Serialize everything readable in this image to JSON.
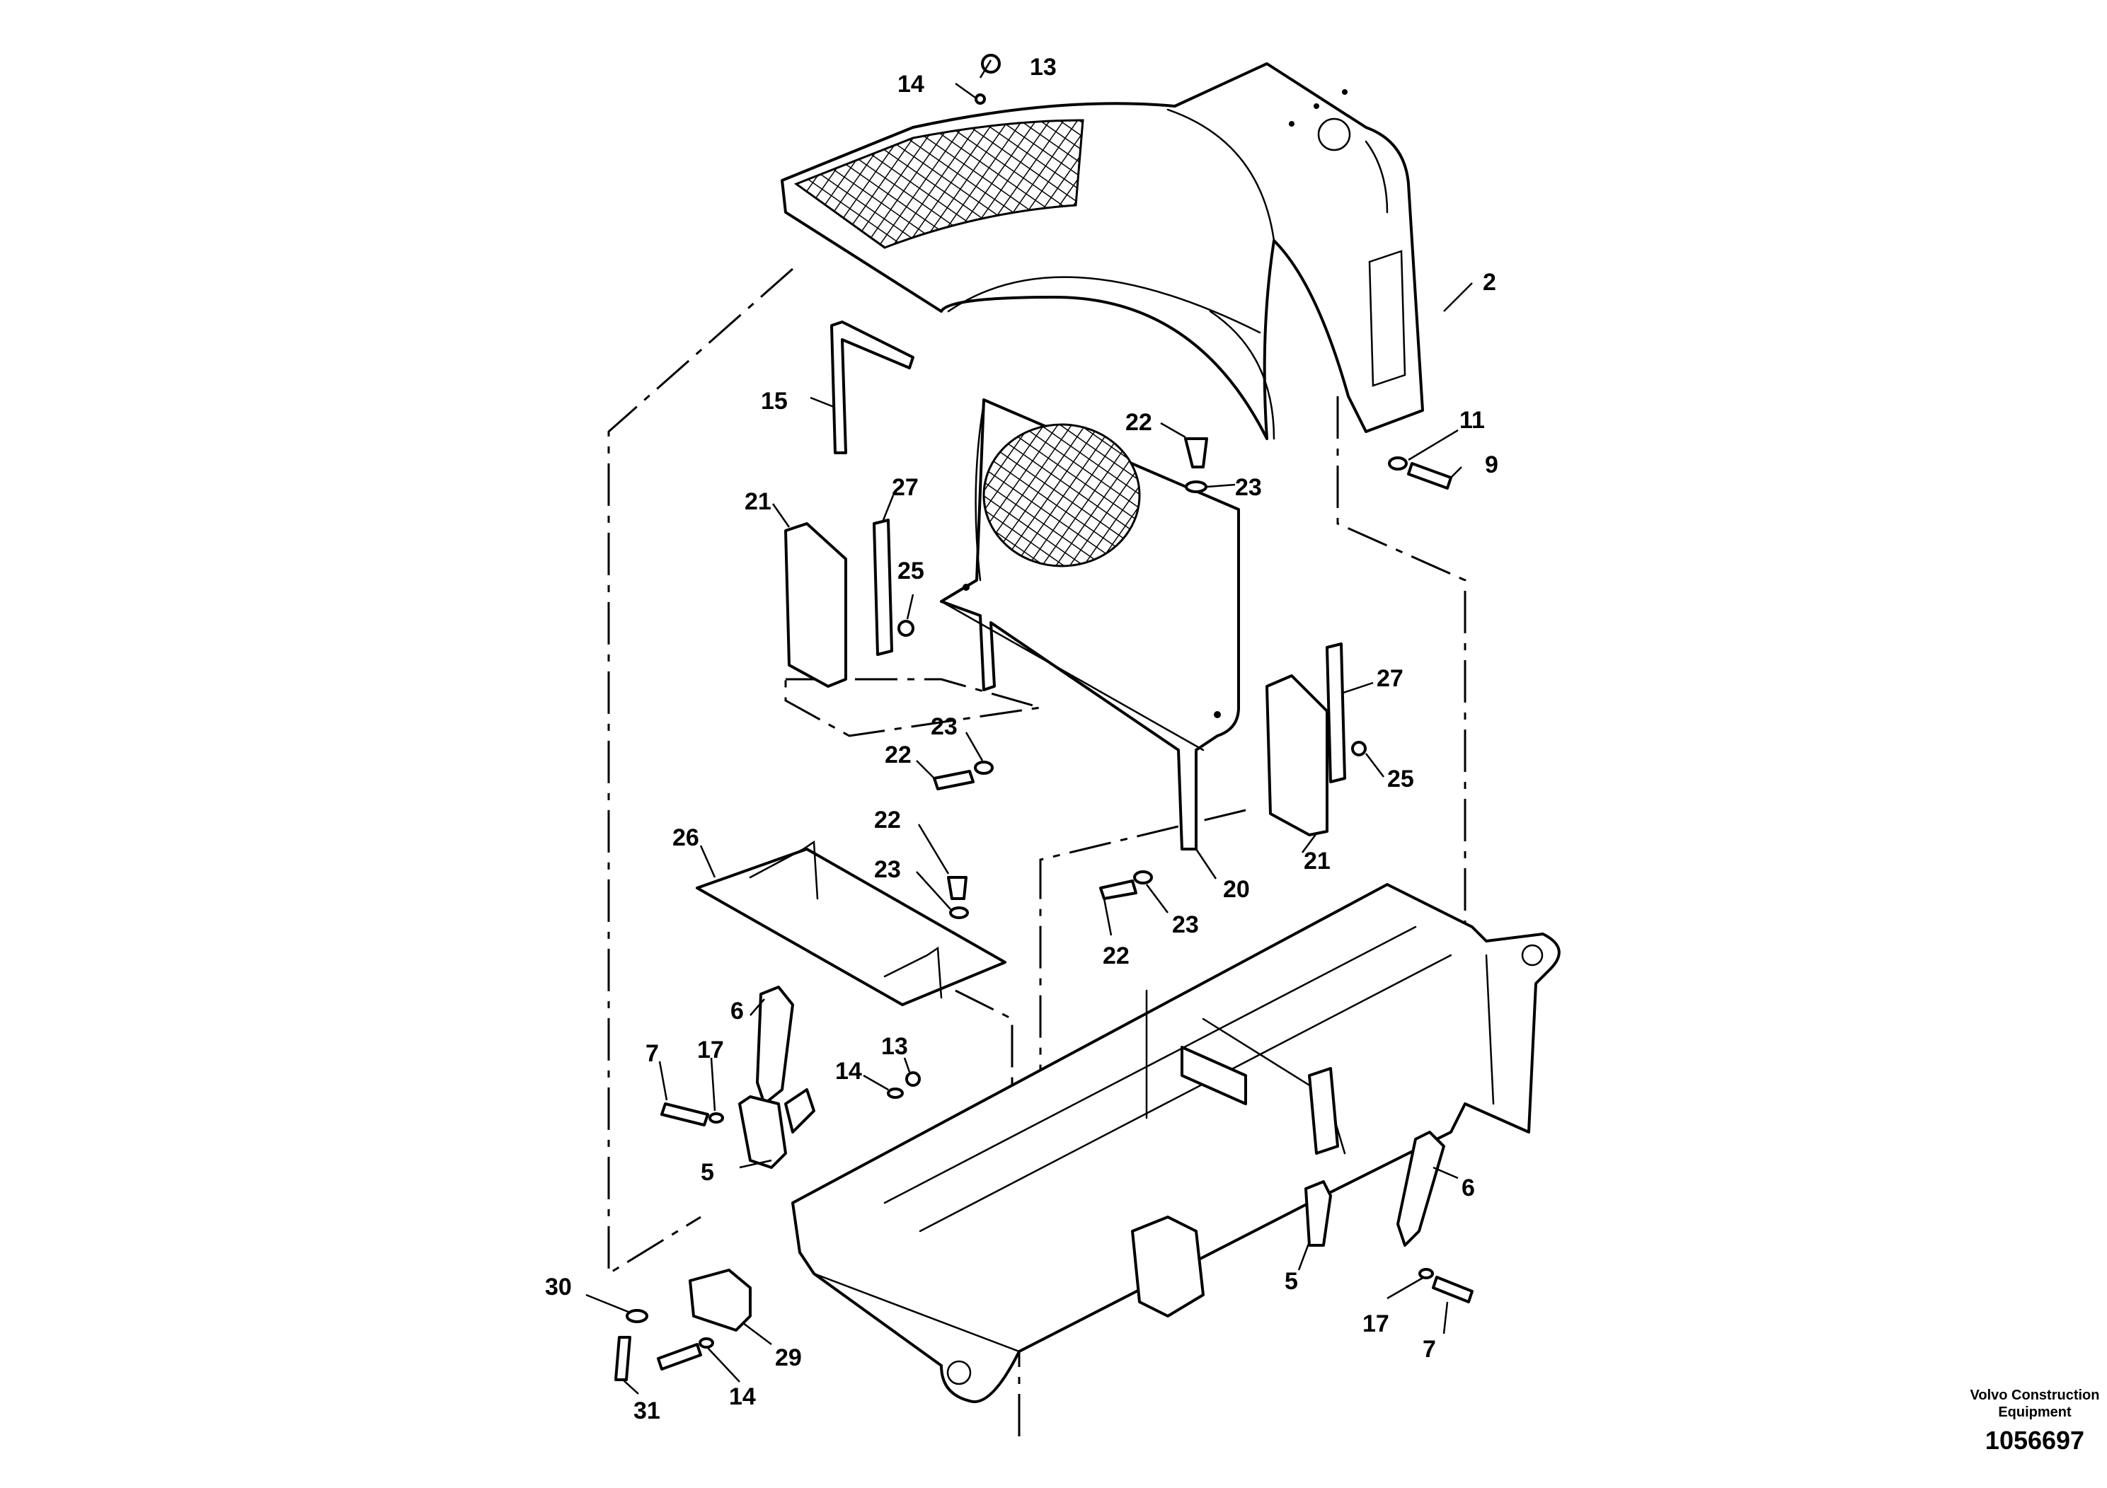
{
  "callouts": [
    {
      "id": "c13a",
      "text": "13"
    },
    {
      "id": "c14a",
      "text": "14"
    },
    {
      "id": "c2",
      "text": "2"
    },
    {
      "id": "c15",
      "text": "15"
    },
    {
      "id": "c22a",
      "text": "22"
    },
    {
      "id": "c23a",
      "text": "23"
    },
    {
      "id": "c11",
      "text": "11"
    },
    {
      "id": "c9",
      "text": "9"
    },
    {
      "id": "c21a",
      "text": "21"
    },
    {
      "id": "c27a",
      "text": "27"
    },
    {
      "id": "c25a",
      "text": "25"
    },
    {
      "id": "c27b",
      "text": "27"
    },
    {
      "id": "c23b",
      "text": "23"
    },
    {
      "id": "c22b",
      "text": "22"
    },
    {
      "id": "c25b",
      "text": "25"
    },
    {
      "id": "c26",
      "text": "26"
    },
    {
      "id": "c22c",
      "text": "22"
    },
    {
      "id": "c23c",
      "text": "23"
    },
    {
      "id": "c21b",
      "text": "21"
    },
    {
      "id": "c20",
      "text": "20"
    },
    {
      "id": "c23d",
      "text": "23"
    },
    {
      "id": "c22d",
      "text": "22"
    },
    {
      "id": "c6a",
      "text": "6"
    },
    {
      "id": "c7a",
      "text": "7"
    },
    {
      "id": "c17a",
      "text": "17"
    },
    {
      "id": "c13b",
      "text": "13"
    },
    {
      "id": "c14b",
      "text": "14"
    },
    {
      "id": "c5a",
      "text": "5"
    },
    {
      "id": "c6b",
      "text": "6"
    },
    {
      "id": "c5b",
      "text": "5"
    },
    {
      "id": "c17b",
      "text": "17"
    },
    {
      "id": "c7b",
      "text": "7"
    },
    {
      "id": "c30",
      "text": "30"
    },
    {
      "id": "c29",
      "text": "29"
    },
    {
      "id": "c14c",
      "text": "14"
    },
    {
      "id": "c31",
      "text": "31"
    }
  ],
  "footer": {
    "brand_line1": "Volvo Construction",
    "brand_line2": "Equipment",
    "drawing_number": "1056697"
  }
}
